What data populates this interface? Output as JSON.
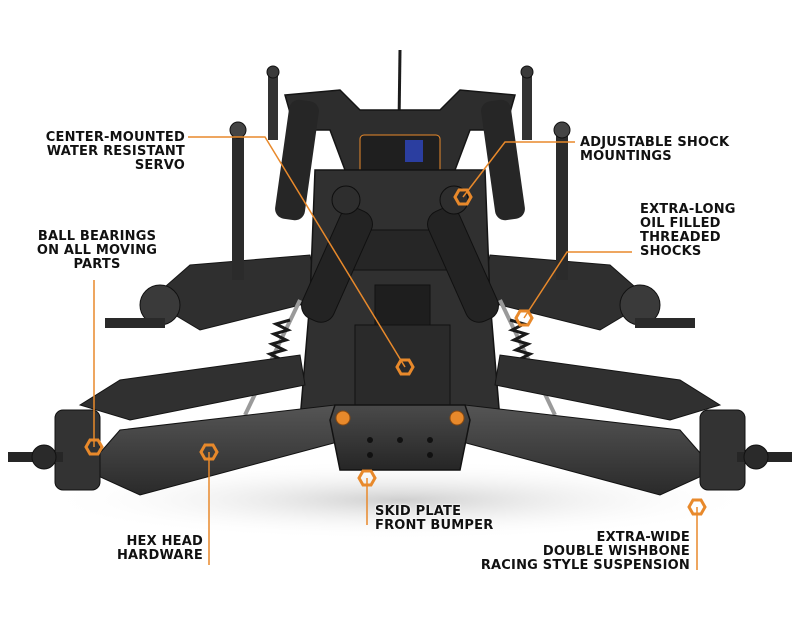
{
  "accent_color": "#e8892b",
  "callouts": [
    {
      "id": "servo",
      "lines": [
        "CENTER-MOUNTED",
        "WATER RESISTANT",
        "SERVO"
      ]
    },
    {
      "id": "shock_mount",
      "lines": [
        "ADJUSTABLE SHOCK",
        "MOUNTINGS"
      ]
    },
    {
      "id": "bearings",
      "lines": [
        "BALL BEARINGS",
        "ON ALL MOVING",
        "PARTS"
      ]
    },
    {
      "id": "shocks",
      "lines": [
        "EXTRA-LONG",
        "OIL FILLED",
        "THREADED",
        "SHOCKS"
      ]
    },
    {
      "id": "hex",
      "lines": [
        "HEX HEAD",
        "HARDWARE"
      ]
    },
    {
      "id": "skid",
      "lines": [
        "SKID PLATE",
        "FRONT BUMPER"
      ]
    },
    {
      "id": "suspension",
      "lines": [
        "EXTRA-WIDE",
        "DOUBLE WISHBONE",
        "RACING STYLE SUSPENSION"
      ]
    }
  ]
}
